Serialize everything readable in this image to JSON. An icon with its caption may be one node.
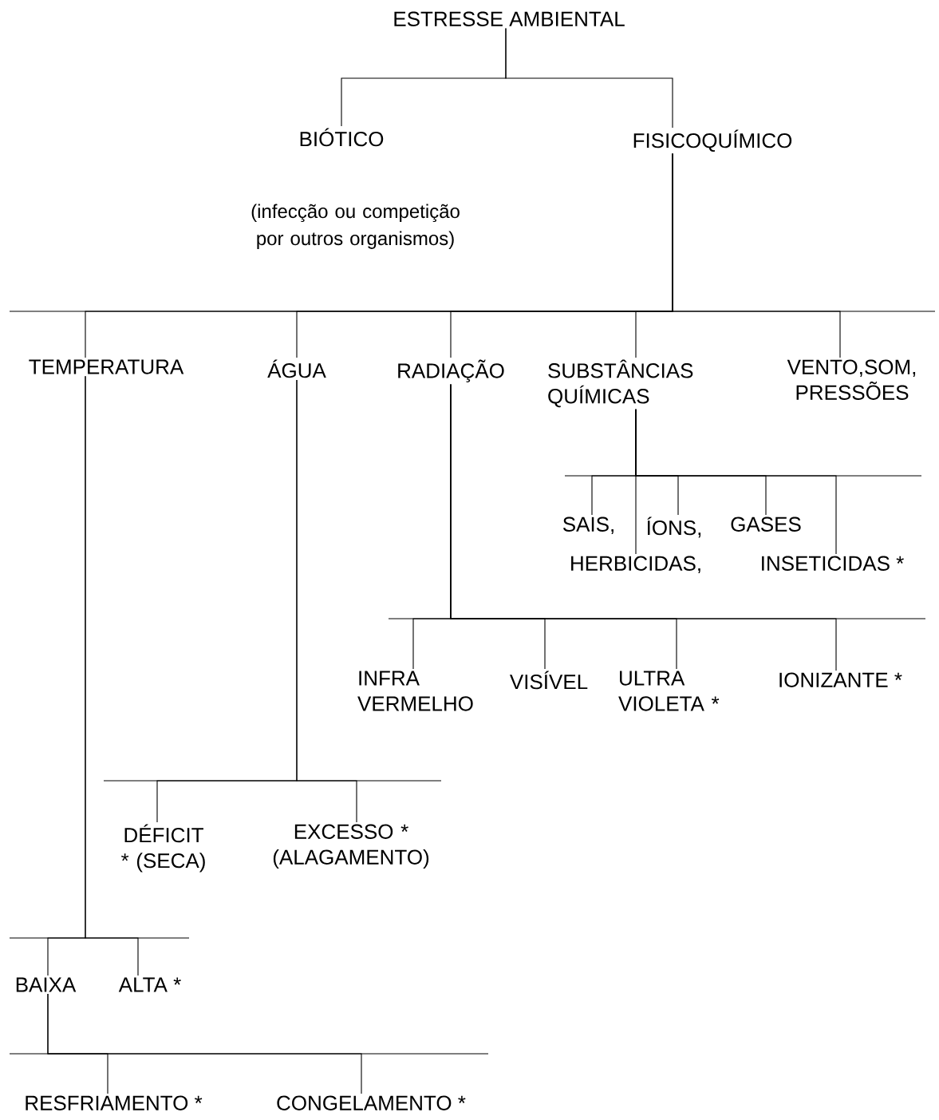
{
  "diagram": {
    "nodes": [
      {
        "text": [
          "ESTRESSE AMBIENTAL"
        ]
      },
      {
        "text": [
          "BIÓTICO"
        ],
        "beside": [
          "(infecção ou competição por outros organismos)"
        ]
      },
      {
        "text": [
          "FISICOQUÍMICO"
        ]
      },
      {
        "text": [
          "TEMPERATURA"
        ]
      },
      {
        "text": [
          "ÁGUA"
        ]
      },
      {
        "text": [
          "RADIAÇÃO"
        ]
      },
      {
        "text": [
          "SUBSTÂNCIAS QUÍMICAS"
        ]
      },
      {
        "text": [
          "VENTO,SOM, PRESSÕES"
        ]
      },
      {
        "text": [
          "SAIS,"
        ]
      },
      {
        "text": [
          "ÍONS,"
        ]
      },
      {
        "text": [
          "GASES"
        ]
      },
      {
        "text": [
          "HERBICIDAS,"
        ]
      },
      {
        "text": [
          "INSETICIDAS *"
        ]
      },
      {
        "text": [
          "INFRA VERMELHO"
        ]
      },
      {
        "text": [
          "VISÍVEL"
        ]
      },
      {
        "text": [
          "ULTRA VIOLETA *"
        ]
      },
      {
        "text": [
          "IONIZANTE *"
        ]
      },
      {
        "text": [
          "DÉFICIT * (SECA)"
        ]
      },
      {
        "text": [
          "EXCESSO * (ALAGAMENTO)"
        ]
      },
      {
        "text": [
          "BAIXA"
        ]
      },
      {
        "text": [
          "ALTA *"
        ]
      },
      {
        "text": [
          "RESFRIAMENTO *"
        ]
      },
      {
        "text": [
          "CONGELAMENTO *"
        ]
      }
    ],
    "edges": [
      {
        "from": 0,
        "to": 1,
        "arrow": "none"
      },
      {
        "from": 0,
        "to": 2,
        "arrow": "none"
      },
      {
        "from": 2,
        "to": 3,
        "arrow": "none"
      },
      {
        "from": 2,
        "to": 4,
        "arrow": "none"
      },
      {
        "from": 2,
        "to": 5,
        "arrow": "none"
      },
      {
        "from": 2,
        "to": 6,
        "arrow": "none"
      },
      {
        "from": 2,
        "to": 7,
        "arrow": "none"
      },
      {
        "from": 6,
        "to": 8,
        "arrow": "none"
      },
      {
        "from": 6,
        "to": 9,
        "arrow": "none"
      },
      {
        "from": 6,
        "to": 10,
        "arrow": "none"
      },
      {
        "from": 6,
        "to": 11,
        "arrow": "none"
      },
      {
        "from": 6,
        "to": 12,
        "arrow": "none"
      },
      {
        "from": 5,
        "to": 13,
        "arrow": "none"
      },
      {
        "from": 5,
        "to": 14,
        "arrow": "none"
      },
      {
        "from": 5,
        "to": 15,
        "arrow": "none"
      },
      {
        "from": 5,
        "to": 16,
        "arrow": "none"
      },
      {
        "from": 4,
        "to": 17,
        "arrow": "none"
      },
      {
        "from": 4,
        "to": 18,
        "arrow": "none"
      },
      {
        "from": 3,
        "to": 19,
        "arrow": "none"
      },
      {
        "from": 3,
        "to": 20,
        "arrow": "none"
      },
      {
        "from": 19,
        "to": 21,
        "arrow": "none"
      },
      {
        "from": 19,
        "to": 22,
        "arrow": "none"
      }
    ]
  }
}
